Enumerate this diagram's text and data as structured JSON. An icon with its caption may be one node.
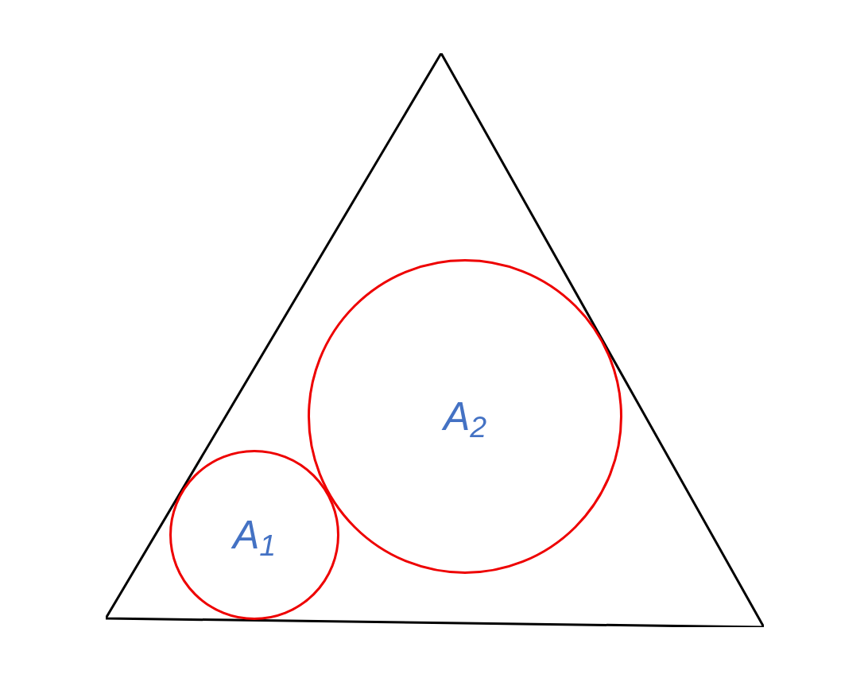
{
  "diagram": {
    "nodes": [
      {
        "text": [],
        "shape": "triangle"
      },
      {
        "text": [
          "A$_{1}$"
        ],
        "in": 0
      },
      {
        "text": [
          "A$_{2}$"
        ],
        "in": 0
      }
    ]
  }
}
